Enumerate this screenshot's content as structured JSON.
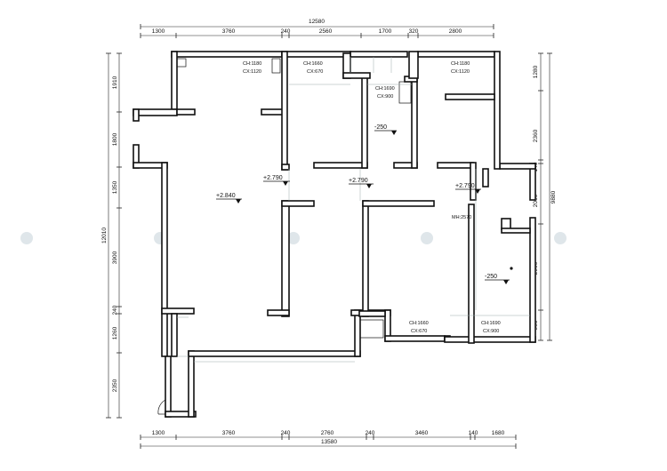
{
  "dimensions": {
    "top_total": "12580",
    "top_segments": [
      "1300",
      "3760",
      "240",
      "2560",
      "1700",
      "320",
      "2800"
    ],
    "bottom_total": "13580",
    "bottom_segments": [
      "1300",
      "3760",
      "240",
      "2760",
      "240",
      "3460",
      "140",
      "1680"
    ],
    "left_total": "12010",
    "left_segments": [
      "1910",
      "1800",
      "1350",
      "3900",
      "240",
      "1260",
      "2350"
    ],
    "right_total": "9880",
    "right_segments": [
      "1280",
      "2360",
      "140",
      "2060",
      "2900",
      "900"
    ]
  },
  "window_notes": [
    {
      "ch": "CH:1180",
      "cx": "CX:1120"
    },
    {
      "ch": "CH:1660",
      "cx": "CX:670"
    },
    {
      "ch": "CH:1690",
      "cx": "CX:900"
    },
    {
      "ch": "CH:1180",
      "cx": "CX:1120"
    },
    {
      "ch": "CH:1660",
      "cx": "CX:670"
    },
    {
      "ch": "CH:1690",
      "cx": "CX:900"
    }
  ],
  "elevations": [
    "+2.840",
    "+2.790",
    "+2.790",
    "+2.790",
    "-250",
    "-250"
  ],
  "door_note": "MH:2570"
}
